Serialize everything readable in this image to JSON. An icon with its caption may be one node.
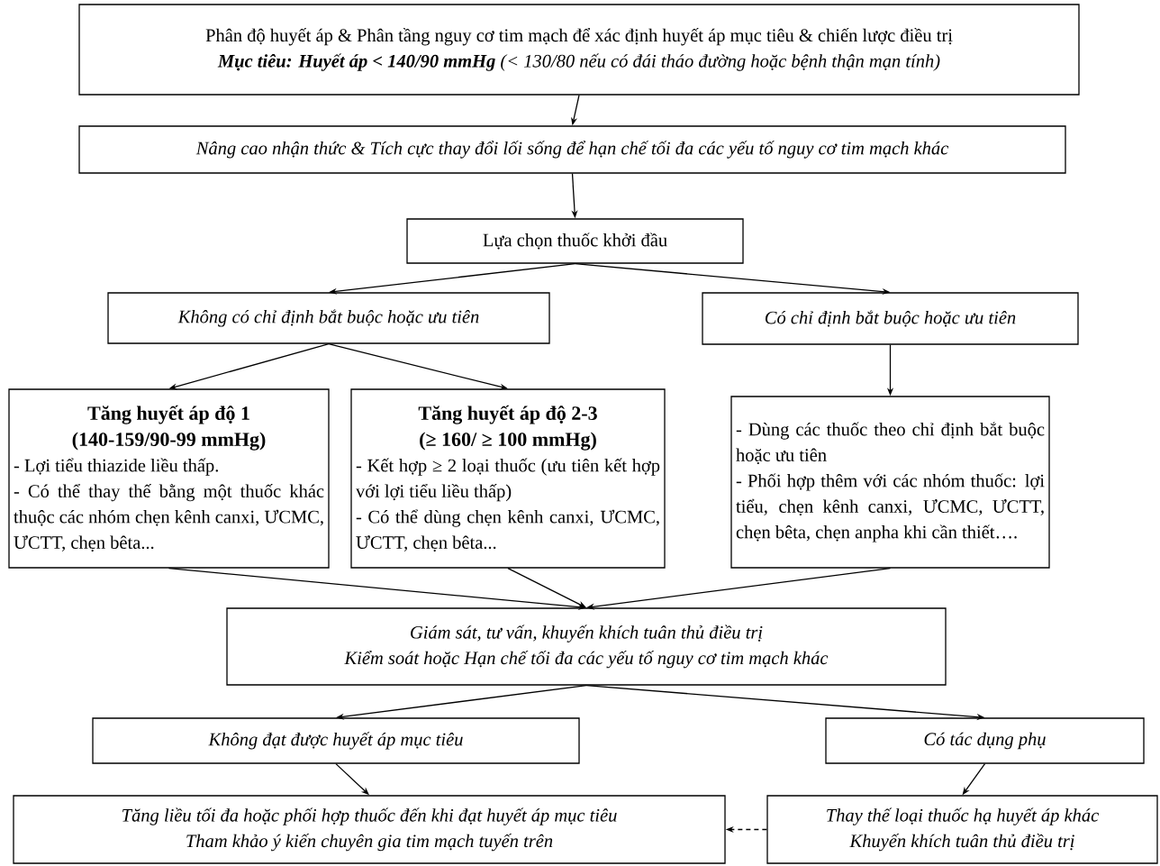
{
  "diagram": {
    "nodes": [
      {
        "text": [
          "Phân độ huyết áp & Phân tầng nguy cơ tim mạch để xác định huyết áp mục tiêu & chiến lược điều trị",
          "**Mục tiêu: Huyết áp < 140/90 mmHg** (< 130/80 nếu có đái tháo đường hoặc bệnh thận mạn tính)"
        ]
      },
      {
        "text": [
          "Nâng cao nhận thức & Tích cực thay đổi lối sống để hạn chế tối đa các yếu tố nguy cơ tim mạch khác"
        ]
      },
      {
        "text": [
          "Lựa chọn thuốc khởi đầu"
        ]
      },
      {
        "text": [
          "Không có chỉ định bắt buộc hoặc ưu tiên"
        ]
      },
      {
        "text": [
          "Có chỉ định bắt buộc hoặc ưu tiên"
        ]
      },
      {
        "text": [
          "Tăng huyết áp độ 1",
          "(140-159/90-99 mmHg)",
          "- Lợi tiểu thiazide liều thấp.",
          "- Có thể thay thế bằng một thuốc khác thuộc các nhóm chẹn kênh canxi, ƯCMC, ƯCTT, chẹn bêta..."
        ]
      },
      {
        "text": [
          "Tăng huyết áp độ 2-3",
          "(≥ 160/ ≥ 100 mmHg)",
          "- Kết hợp ≥ 2 loại thuốc (ưu tiên kết hợp với lợi tiểu liều thấp)",
          "- Có thể dùng chẹn kênh canxi, ƯCMC, ƯCTT, chẹn bêta..."
        ]
      },
      {
        "text": [
          "- Dùng các thuốc theo chỉ định bắt buộc hoặc ưu tiên",
          "- Phối hợp thêm với các nhóm thuốc: lợi tiểu, chẹn kênh canxi, ƯCMC, ƯCTT, chẹn bêta, chẹn anpha khi cần thiết…."
        ]
      },
      {
        "text": [
          "Giám sát, tư vấn, khuyến khích tuân thủ điều trị",
          "Kiểm soát hoặc Hạn chế tối đa các yếu tố nguy cơ tim mạch khác"
        ]
      },
      {
        "text": [
          "Không đạt được huyết áp mục tiêu"
        ]
      },
      {
        "text": [
          "Có tác dụng phụ"
        ]
      },
      {
        "text": [
          "Tăng liều tối đa hoặc phối hợp thuốc đến khi đạt huyết áp mục tiêu",
          "Tham khảo ý kiến chuyên gia tim mạch tuyến trên"
        ]
      },
      {
        "text": [
          "Thay thế loại thuốc hạ huyết áp khác",
          "Khuyến khích tuân thủ điều trị"
        ]
      }
    ],
    "edges": [
      {
        "from": 0,
        "to": 1,
        "arrow": "to"
      },
      {
        "from": 1,
        "to": 2,
        "arrow": "to"
      },
      {
        "from": 2,
        "to": 3,
        "arrow": "to"
      },
      {
        "from": 2,
        "to": 4,
        "arrow": "to"
      },
      {
        "from": 3,
        "to": 5,
        "arrow": "to"
      },
      {
        "from": 3,
        "to": 6,
        "arrow": "to"
      },
      {
        "from": 4,
        "to": 7,
        "arrow": "to"
      },
      {
        "from": 5,
        "to": 8,
        "arrow": "to"
      },
      {
        "from": 6,
        "to": 8,
        "arrow": "to"
      },
      {
        "from": 7,
        "to": 8,
        "arrow": "to"
      },
      {
        "from": 8,
        "to": 9,
        "arrow": "to"
      },
      {
        "from": 8,
        "to": 10,
        "arrow": "to"
      },
      {
        "from": 9,
        "to": 11,
        "arrow": "to"
      },
      {
        "from": 10,
        "to": 12,
        "arrow": "to"
      },
      {
        "from": 12,
        "to": 11,
        "arrow": "to",
        "style": "dashed"
      }
    ]
  }
}
